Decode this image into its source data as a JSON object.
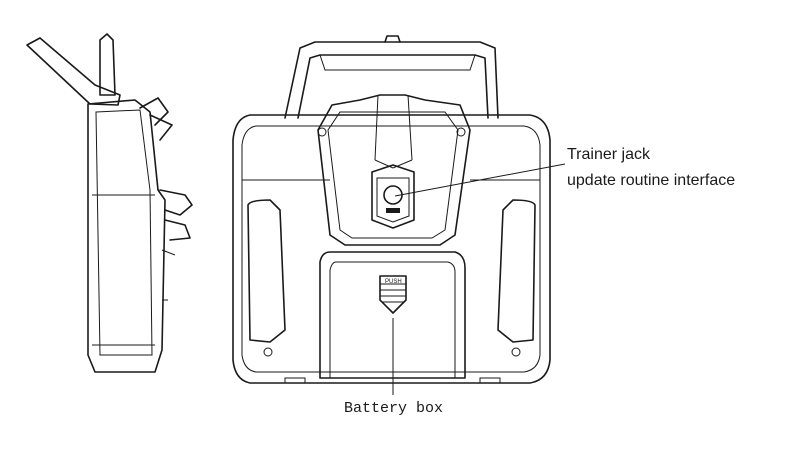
{
  "labels": {
    "trainer_jack": "Trainer jack",
    "update_interface": "update routine interface",
    "battery_box": "Battery box",
    "push": "PUSH"
  }
}
